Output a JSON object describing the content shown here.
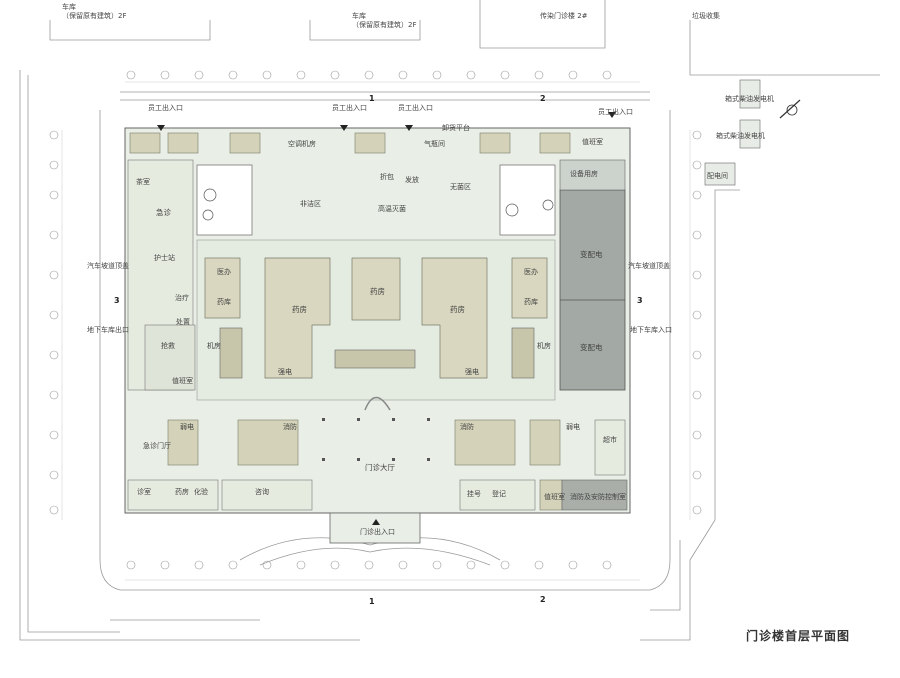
{
  "title": "门诊楼首层平面图",
  "top_labels": {
    "garage_left": "车库",
    "garage_left_note": "（保留原有建筑）2F",
    "garage_mid": "车库",
    "garage_mid_note": "（保留原有建筑）2F",
    "infectious_building": "传染门诊楼 2#",
    "garbage": "垃圾收集"
  },
  "right_labels": {
    "generator_1": "箱式柴油发电机",
    "generator_2": "箱式柴油发电机",
    "power_room": "配电间"
  },
  "entrances": {
    "staff_entry_1": "员工出入口",
    "staff_entry_2": "员工出入口",
    "staff_entry_3": "员工出入口",
    "staff_entry_4": "员工出入口",
    "main_entry": "门诊出入口",
    "garage_entry_left": "地下车库出口",
    "garage_entry_right": "地下车库入口",
    "ramp_left": "汽车坡道顶盖",
    "ramp_right": "汽车坡道顶盖",
    "dock": "卸货平台"
  },
  "rooms": {
    "ac_room": "空调机房",
    "gas_room": "气瓶间",
    "duty_top": "值班室",
    "packing": "折包",
    "distribute": "发放",
    "non_clean": "非洁区",
    "sterile": "无菌区",
    "high_temp": "高温灭菌",
    "equipment": "设备用房",
    "tea": "茶室",
    "emergency": "急诊",
    "nurse": "护士站",
    "treat": "治疗",
    "infusion": "处置",
    "rescue": "抢救",
    "duty_left": "值班室",
    "clinic_l": "医办",
    "warehouse_l": "药库",
    "pharmacy_l": "药房",
    "pharmacy_c": "药房",
    "pharmacy_r": "药房",
    "clinic_r": "医办",
    "warehouse_r": "药库",
    "machine_l": "机房",
    "machine_r": "机房",
    "weak_l": "强电",
    "weak_r": "强电",
    "substation_1": "变配电",
    "substation_2": "变配电",
    "emergency_hall": "急诊门厅",
    "weak_elec_l": "弱电",
    "weak_elec_r": "弱电",
    "fire_l": "消防",
    "fire_r": "消防",
    "supermarket": "超市",
    "lobby": "门诊大厅",
    "consult": "诊室",
    "pharmacy_b": "药房",
    "lab": "化验",
    "inquiry": "咨询",
    "register": "挂号",
    "checkin": "登记",
    "duty_b": "值班室",
    "fire_control": "消防及安防控制室"
  },
  "section_marks": [
    "3",
    "3",
    "1",
    "2",
    "1",
    "2"
  ]
}
